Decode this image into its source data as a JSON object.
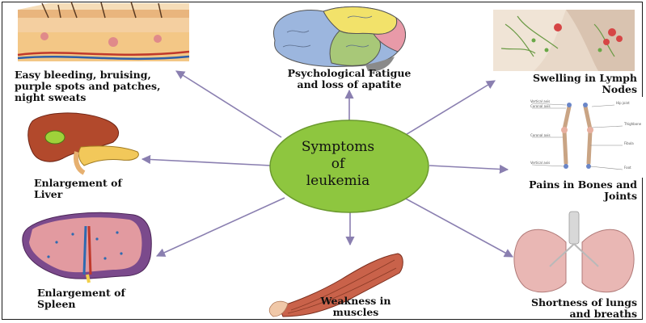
{
  "center": {
    "line1": "Symptoms",
    "line2": "of",
    "line3": "leukemia"
  },
  "symptoms": {
    "skin": {
      "l1": "Easy bleeding, bruising,",
      "l2": "purple spots and patches,",
      "l3": "night sweats"
    },
    "brain": {
      "l1": "Psychological Fatigue",
      "l2": "and loss of apatite"
    },
    "lymph": {
      "l1": "Swelling in Lymph",
      "l2": "Nodes"
    },
    "liver": {
      "l1": "Enlargement of",
      "l2": "Liver"
    },
    "bones": {
      "l1": "Pains in Bones and",
      "l2": "Joints"
    },
    "spleen": {
      "l1": "Enlargement of",
      "l2": "Spleen"
    },
    "muscle": {
      "l1": "Weakness in",
      "l2": "muscles"
    },
    "lungs": {
      "l1": "Shortness of lungs",
      "l2": "and breaths"
    }
  },
  "colors": {
    "center_fill": "#8ec63f",
    "center_stroke": "#6b9a2e",
    "arrow": "#8a7fb0"
  }
}
